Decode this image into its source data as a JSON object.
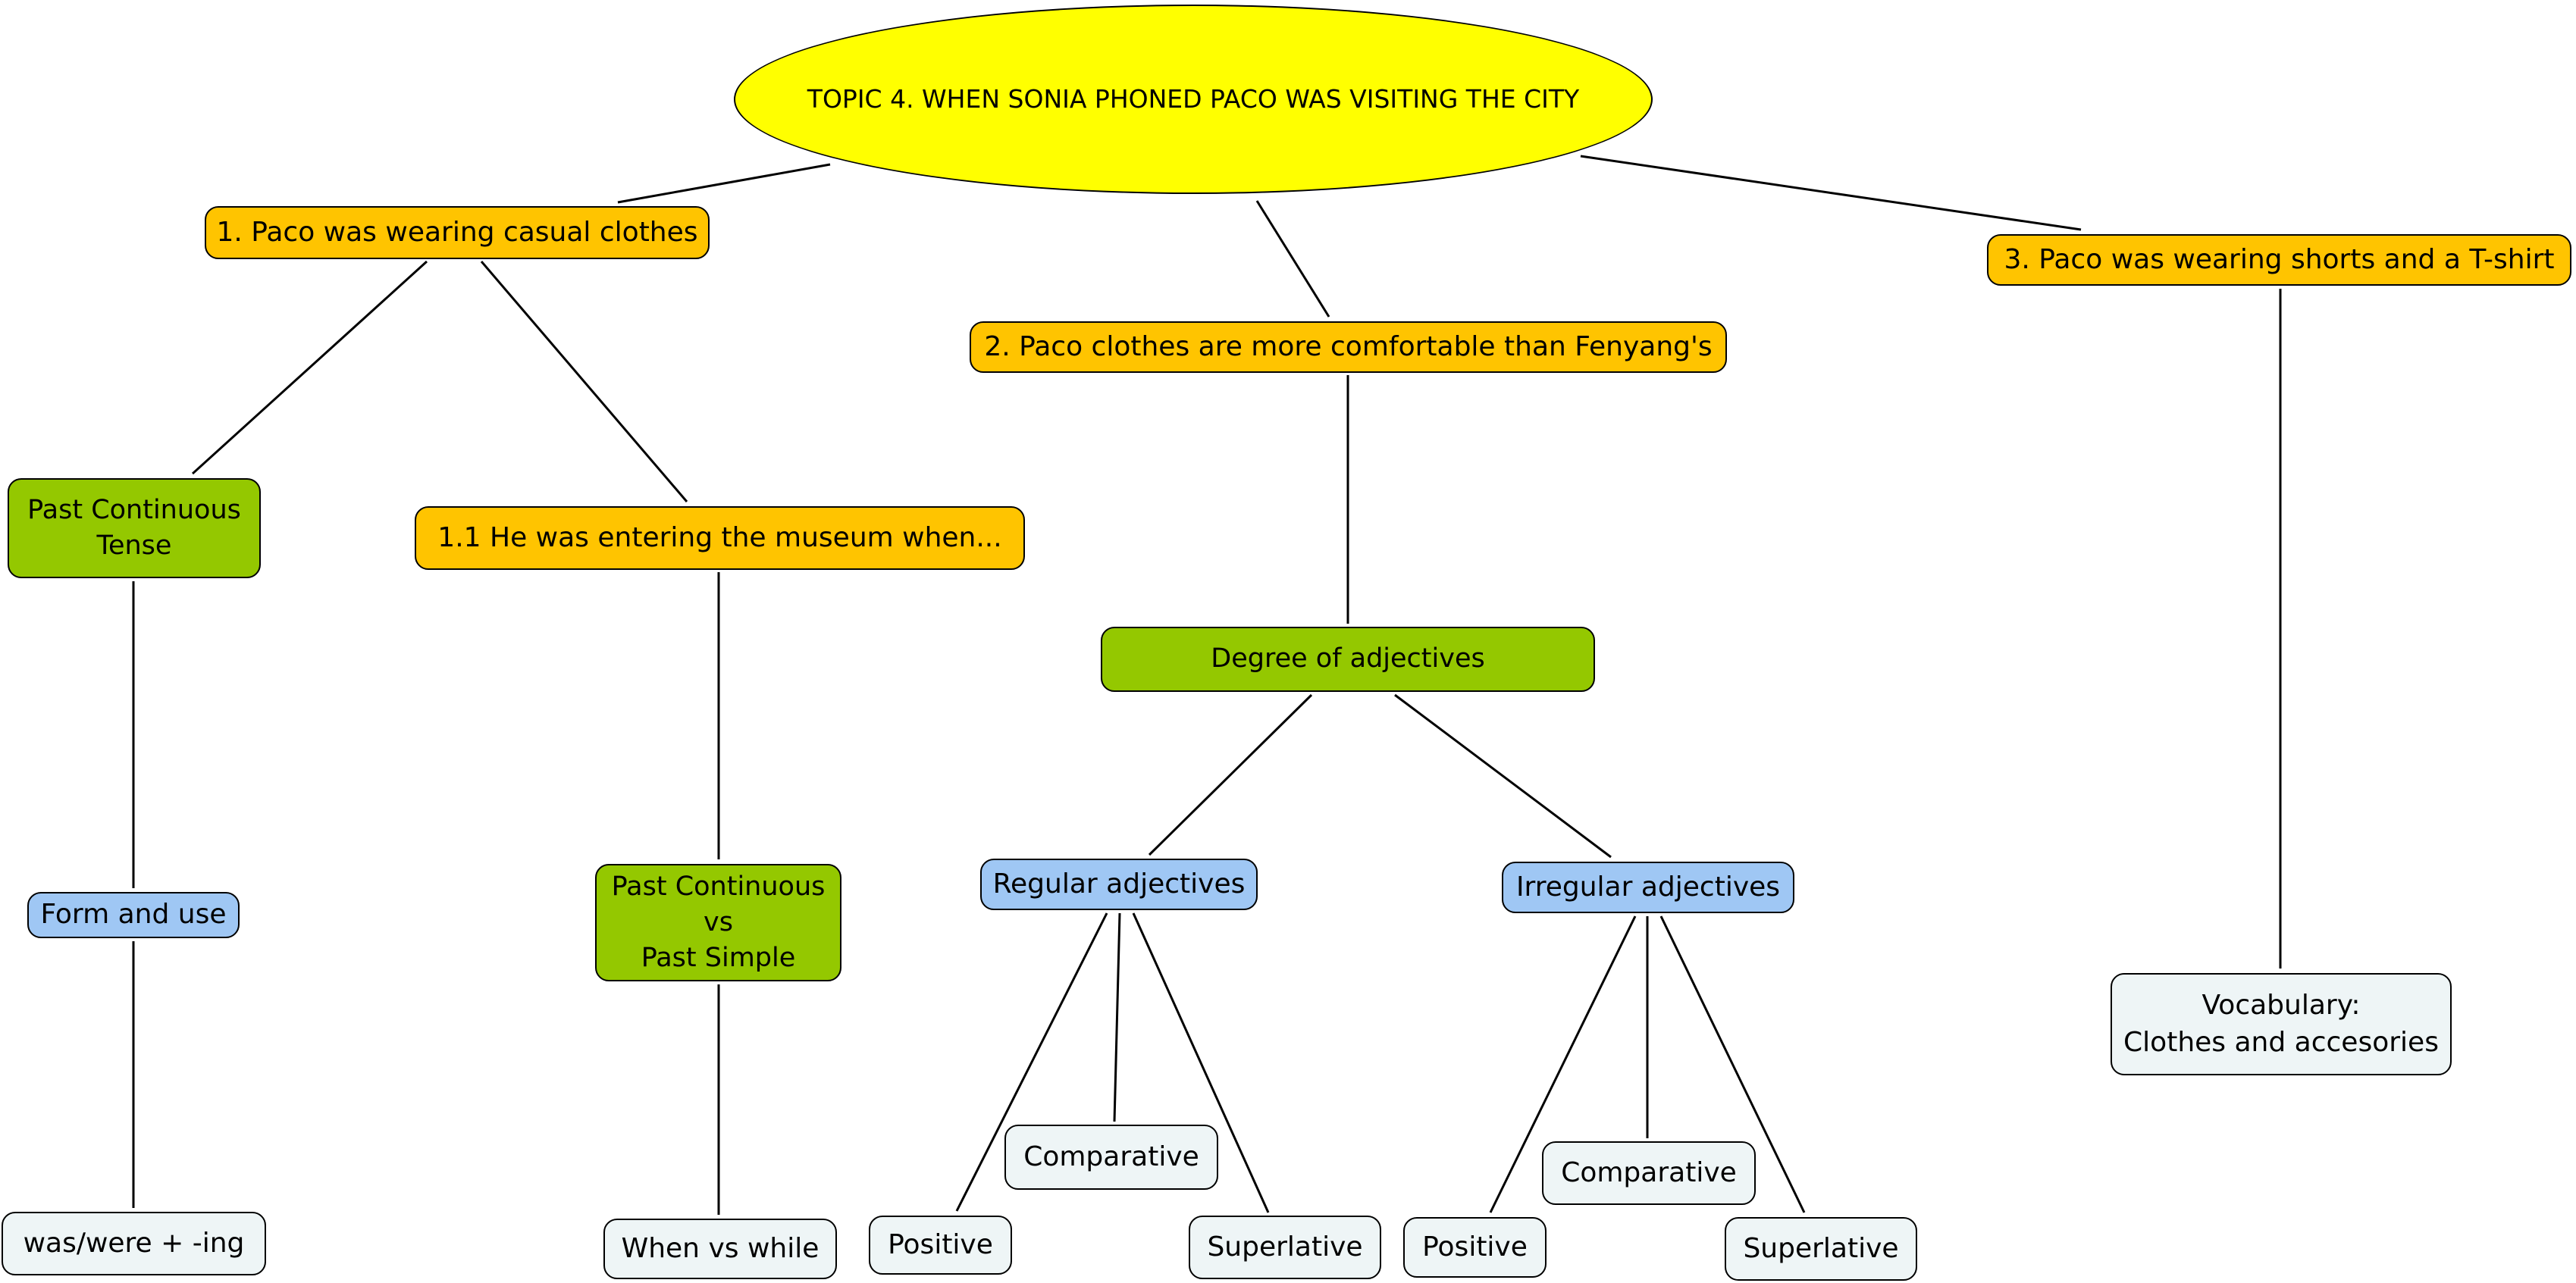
{
  "colors": {
    "topic": "#ffff00",
    "subtopic": "#ffc400",
    "grammar": "#94c800",
    "subcategory": "#9fc7f4",
    "leaf": "#eef5f6",
    "connector": "#000000"
  },
  "nodes": {
    "topic": "TOPIC 4. WHEN SONIA PHONED PACO WAS VISITING THE CITY",
    "paco_casual": "1. Paco was wearing casual clothes",
    "paco_comfortable": "2. Paco clothes are more comfortable than Fenyang's",
    "paco_shorts": "3. Paco was wearing shorts and a T-shirt",
    "past_continuous_tense": "Past Continuous\nTense",
    "entering_museum": "1.1 He was entering the museum when...",
    "degree_adjectives": "Degree of adjectives",
    "form_use": "Form and use",
    "pc_vs_ps": "Past Continuous\nvs\nPast Simple",
    "regular_adjectives": "Regular adjectives",
    "irregular_adjectives": "Irregular adjectives",
    "vocabulary": "Vocabulary:\nClothes and accesories",
    "was_were_ing": "was/were + -ing",
    "when_vs_while": "When vs while",
    "regular_comparative": "Comparative",
    "regular_positive": "Positive",
    "regular_superlative": "Superlative",
    "irregular_comparative": "Comparative",
    "irregular_positive": "Positive",
    "irregular_superlative": "Superlative"
  },
  "links": [
    [
      "topic",
      "paco_casual"
    ],
    [
      "topic",
      "paco_comfortable"
    ],
    [
      "topic",
      "paco_shorts"
    ],
    [
      "paco_casual",
      "past_continuous_tense"
    ],
    [
      "paco_casual",
      "entering_museum"
    ],
    [
      "past_continuous_tense",
      "form_use"
    ],
    [
      "form_use",
      "was_were_ing"
    ],
    [
      "entering_museum",
      "pc_vs_ps"
    ],
    [
      "pc_vs_ps",
      "when_vs_while"
    ],
    [
      "paco_comfortable",
      "degree_adjectives"
    ],
    [
      "degree_adjectives",
      "regular_adjectives"
    ],
    [
      "degree_adjectives",
      "irregular_adjectives"
    ],
    [
      "regular_adjectives",
      "regular_positive"
    ],
    [
      "regular_adjectives",
      "regular_comparative"
    ],
    [
      "regular_adjectives",
      "regular_superlative"
    ],
    [
      "irregular_adjectives",
      "irregular_positive"
    ],
    [
      "irregular_adjectives",
      "irregular_comparative"
    ],
    [
      "irregular_adjectives",
      "irregular_superlative"
    ],
    [
      "paco_shorts",
      "vocabulary"
    ]
  ]
}
